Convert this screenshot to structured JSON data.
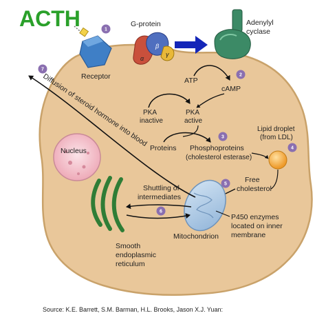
{
  "title": "ACTH",
  "labels": {
    "g_protein": "G-protein",
    "adenylyl_line1": "Adenylyl",
    "adenylyl_line2": "cyclase",
    "receptor": "Receptor",
    "atp": "ATP",
    "camp": "cAMP",
    "pka_inactive_line1": "PKA",
    "pka_inactive_line2": "inactive",
    "pka_active_line1": "PKA",
    "pka_active_line2": "active",
    "proteins": "Proteins",
    "phospho_line1": "Phosphoproteins",
    "phospho_line2": "(cholesterol esterase)",
    "lipid_line1": "Lipid droplet",
    "lipid_line2": "(from LDL)",
    "free_line1": "Free",
    "free_line2": "cholesterol",
    "shuttling_line1": "Shuttling of",
    "shuttling_line2": "intermediates",
    "p450_line1": "P450 enzymes",
    "p450_line2": "located on inner",
    "p450_line3": "membrane",
    "nucleus": "Nucleus",
    "mitochondrion": "Mitochondrion",
    "ser_line1": "Smooth",
    "ser_line2": "endoplasmic",
    "ser_line3": "reticulum",
    "diffusion": "Diffusion of steroid hormone into blood",
    "gprotein_alpha": "α",
    "gprotein_beta": "β",
    "gprotein_gamma": "γ",
    "source": "Source: K.E. Barrett, S.M. Barman, H.L. Brooks, Jason X.J. Yuan:"
  },
  "steps": [
    "1",
    "2",
    "3",
    "4",
    "5",
    "6",
    "7"
  ],
  "colors": {
    "title": "#2aa02a",
    "cell_fill": "#e9c79a",
    "cell_stroke": "#c9a26a",
    "receptor": "#3f7fc6",
    "adenylyl": "#3c8a66",
    "arrow_blue": "#1426b8",
    "step_badge": "#8a6fb0",
    "lipid": "#f2a93b",
    "nucleus": "#f2bcc6",
    "mito": "#a9c6e2",
    "er": "#2f7d36"
  }
}
